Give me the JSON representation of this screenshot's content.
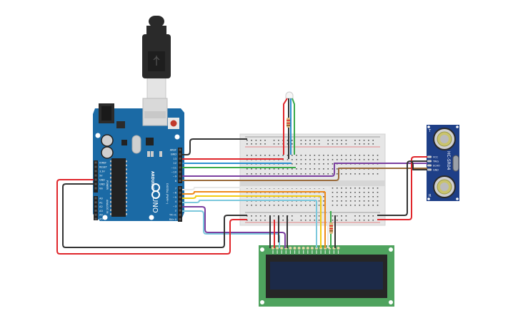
{
  "circuit": {
    "arduino": {
      "brand": "ARDUINO",
      "model": "UNO",
      "power_label": "POWER",
      "analog_label": "ANALOG IN",
      "digital_label": "DIGITAL (PWM~)",
      "power_pins": [
        "IOREF",
        "RESET",
        "3.3V",
        "5V",
        "GND",
        "GND",
        "Vin"
      ],
      "analog_pins": [
        "A0",
        "A1",
        "A2",
        "A3",
        "A4",
        "A5"
      ],
      "digital_top": [
        "AREF",
        "GND",
        "13",
        "12",
        "~11",
        "~10",
        "~9",
        "8"
      ],
      "digital_bottom": [
        "7",
        "~6",
        "~5",
        "4",
        "~3",
        "2",
        "TX→1",
        "RX←0"
      ],
      "led_labels": [
        "TX",
        "RX",
        "L"
      ],
      "on_label": "ON"
    },
    "ultrasonic": {
      "model": "HC-SR04",
      "pins": [
        "VCC",
        "TRIG",
        "ECHO",
        "GND"
      ],
      "label_t": "T",
      "label_r": "R"
    },
    "lcd": {
      "pin_count": 16
    },
    "wire_colors": {
      "red": "#e0262b",
      "black": "#333333",
      "blue": "#2b8fd1",
      "green": "#3aaa4a",
      "purple": "#7b3fa0",
      "brown": "#9a6a3a",
      "white": "#e8e8e8",
      "orange": "#ee8a1a",
      "yellow": "#f2cc14",
      "cyan": "#7cc8dc"
    },
    "board_color": "#1b6aa5",
    "breadboard_color": "#e6e6e6",
    "lcd_pcb_color": "#4fa35e",
    "lcd_screen_color": "#1c2a48"
  }
}
